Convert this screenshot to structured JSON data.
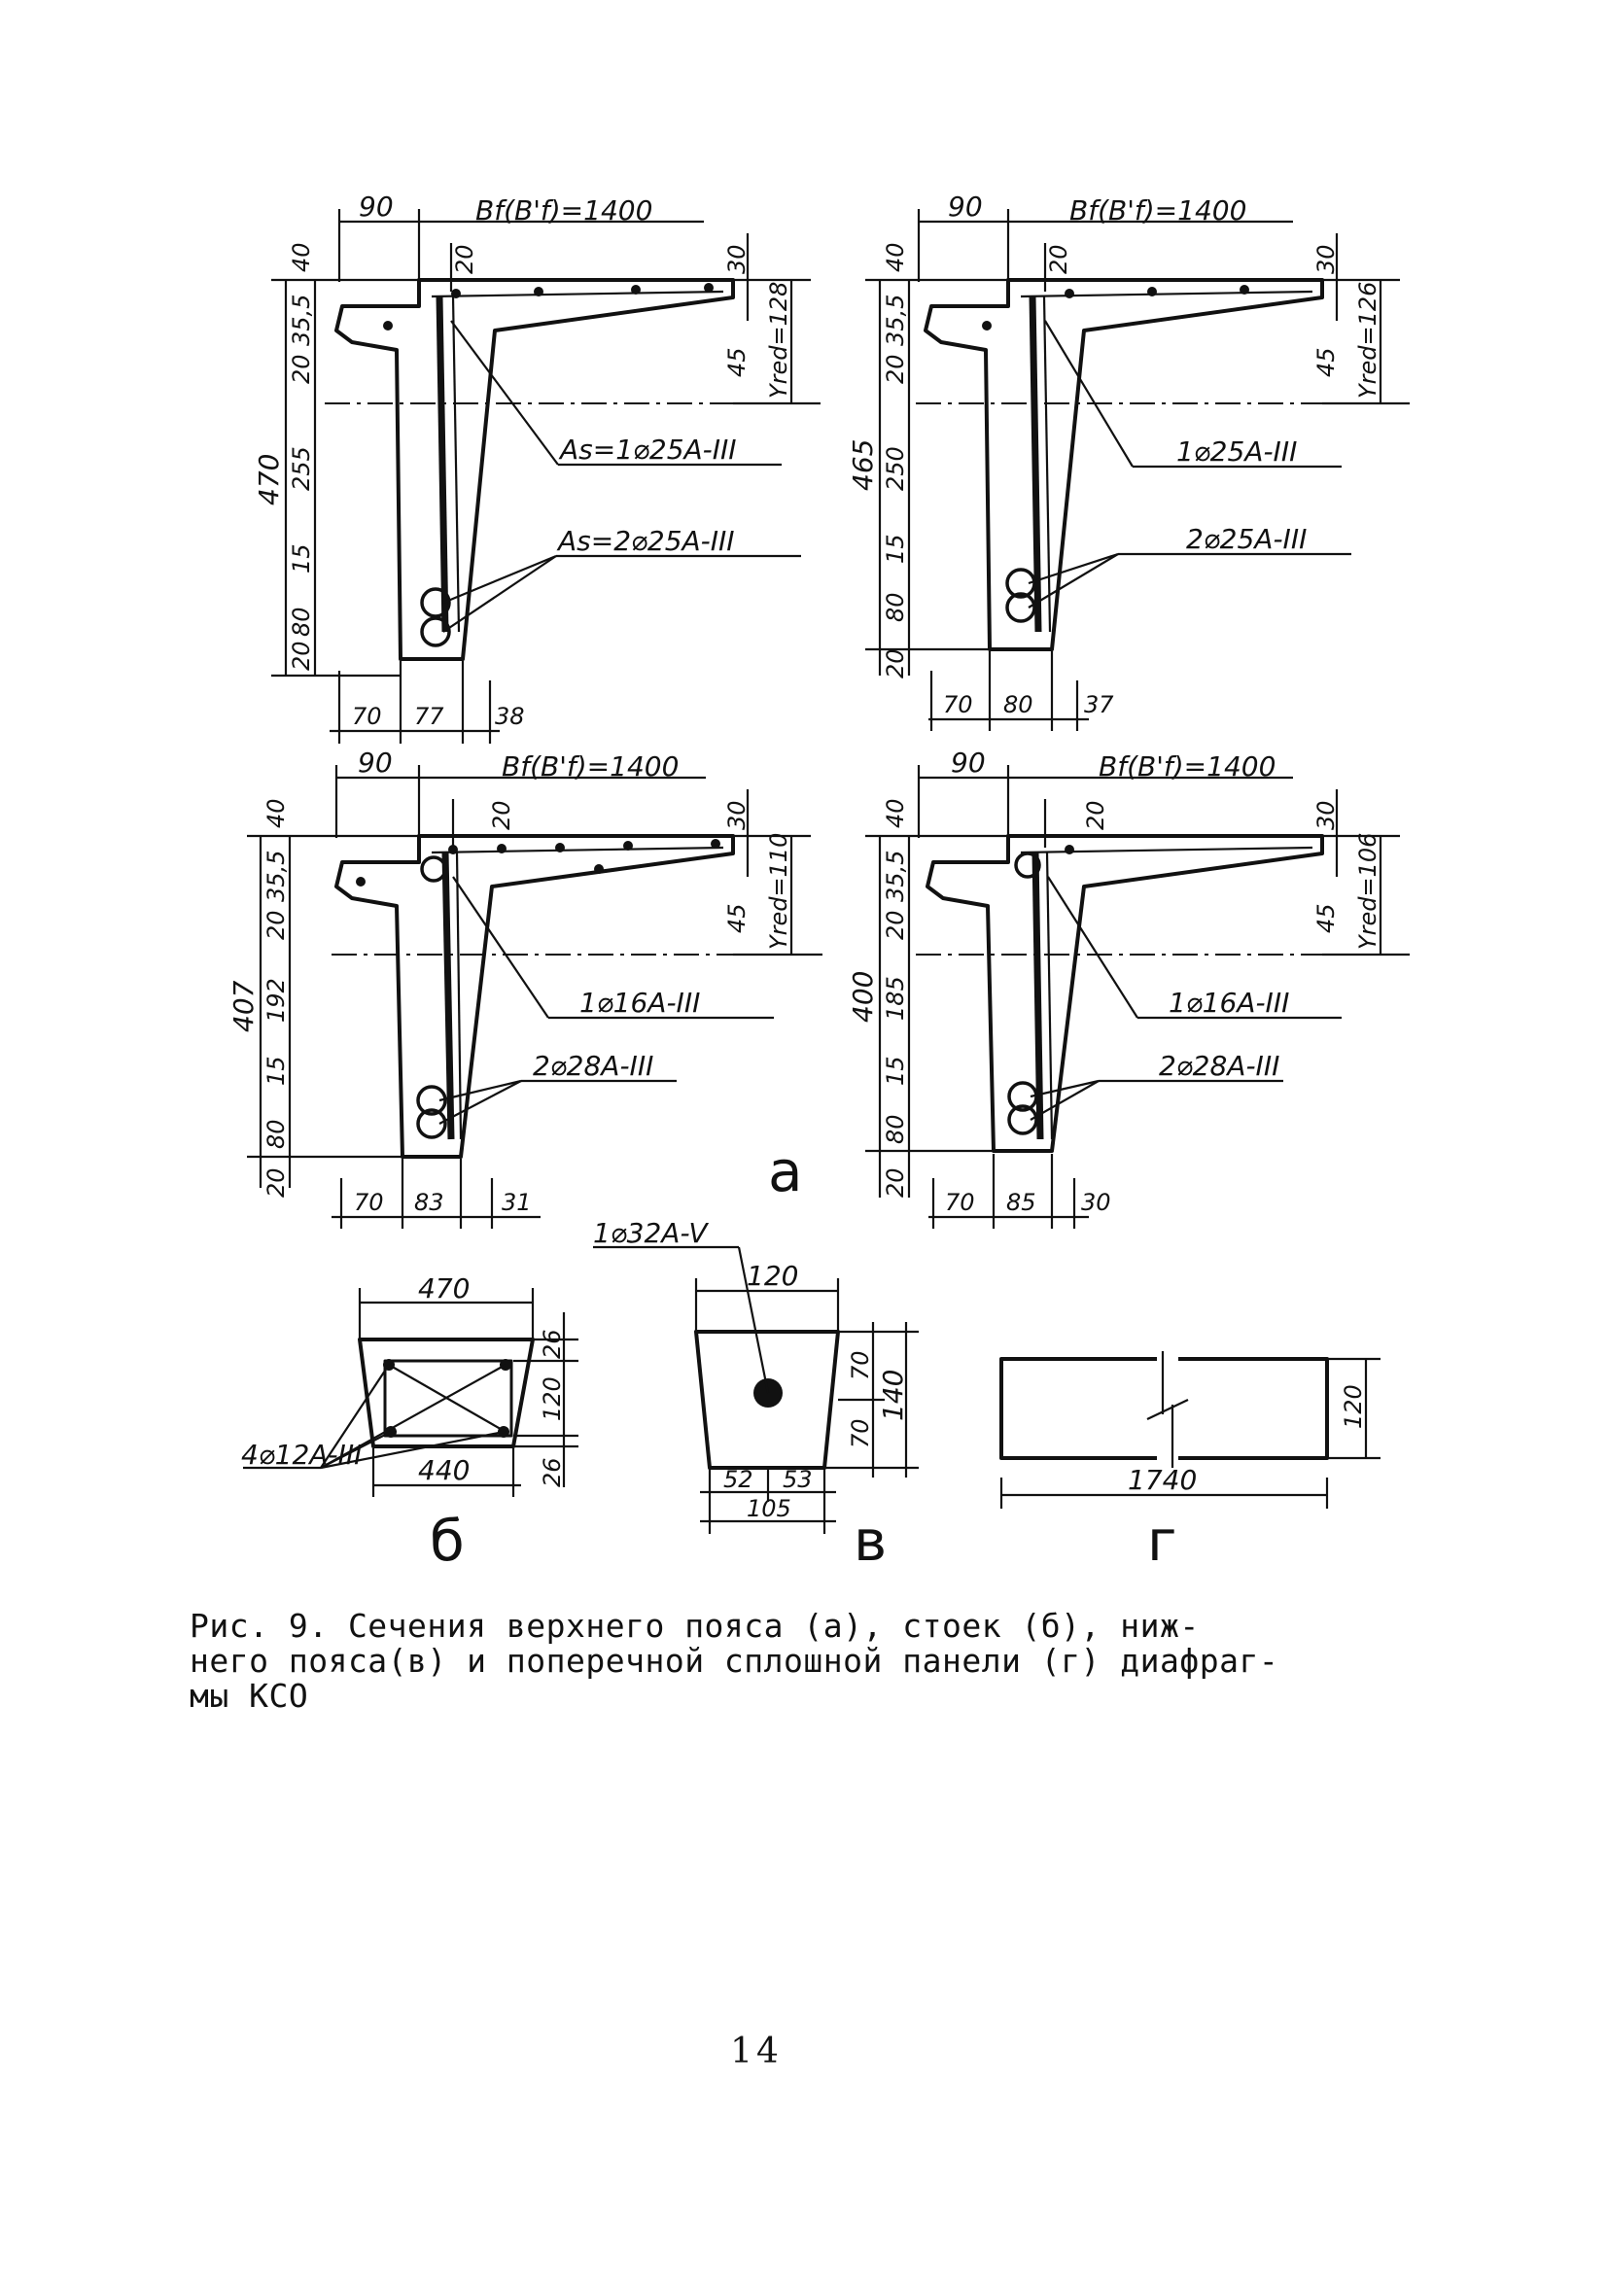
{
  "figure": {
    "sections_a": [
      {
        "width_label": "Bf(B'f)=1400",
        "left_dims": [
          "40",
          "35,5",
          "20",
          "255",
          "15",
          "80",
          "20"
        ],
        "total_height": "470",
        "top_dims": [
          "90",
          "20",
          "30",
          "45"
        ],
        "y_red": "Yred=128",
        "bottom_dims": [
          "70",
          "77",
          "38"
        ],
        "callout_1": "As=1⌀25A-III",
        "callout_2": "As=2⌀25A-III"
      },
      {
        "width_label": "Bf(B'f)=1400",
        "left_dims": [
          "40",
          "35,5",
          "20",
          "250",
          "15",
          "80",
          "20"
        ],
        "total_height": "465",
        "top_dims": [
          "90",
          "20",
          "30",
          "45"
        ],
        "y_red": "Yred=126",
        "bottom_dims": [
          "70",
          "80",
          "37"
        ],
        "callout_1": "1⌀25A-III",
        "callout_2": "2⌀25A-III"
      },
      {
        "width_label": "Bf(B'f)=1400",
        "left_dims": [
          "40",
          "35,5",
          "20",
          "192",
          "15",
          "80",
          "20"
        ],
        "total_height": "407",
        "top_dims": [
          "90",
          "20",
          "30",
          "45"
        ],
        "y_red": "Yred=110",
        "bottom_dims": [
          "70",
          "83",
          "31"
        ],
        "callout_1": "1⌀16A-III",
        "callout_2": "2⌀28A-III"
      },
      {
        "width_label": "Bf(B'f)=1400",
        "left_dims": [
          "40",
          "35,5",
          "20",
          "185",
          "15",
          "80",
          "20"
        ],
        "total_height": "400",
        "top_dims": [
          "90",
          "20",
          "30",
          "45"
        ],
        "y_red": "Yred=106",
        "bottom_dims": [
          "70",
          "85",
          "30"
        ],
        "callout_1": "1⌀16A-III",
        "callout_2": "2⌀28A-III"
      }
    ],
    "letter_a": "а",
    "section_b": {
      "top_width": "470",
      "bottom_width": "440",
      "right_dims": [
        "26",
        "120",
        "26"
      ],
      "rebar": "4⌀12A-III",
      "letter": "б"
    },
    "section_v": {
      "top_width": "120",
      "bottom_dims": [
        "52",
        "53"
      ],
      "bottom_total": "105",
      "right_dims": [
        "70",
        "70"
      ],
      "right_total": "140",
      "rebar": "1⌀32A-V",
      "letter": "в"
    },
    "section_g": {
      "length": "1740",
      "height": "120",
      "letter": "г"
    }
  },
  "caption": {
    "line_1": "Рис. 9. Сечения верхнего пояса (а), стоек (б), ниж-",
    "line_2": "него пояса(в) и поперечной сплошной панели (г) диафраг-",
    "line_3": "мы КСО"
  },
  "page_number": "14"
}
